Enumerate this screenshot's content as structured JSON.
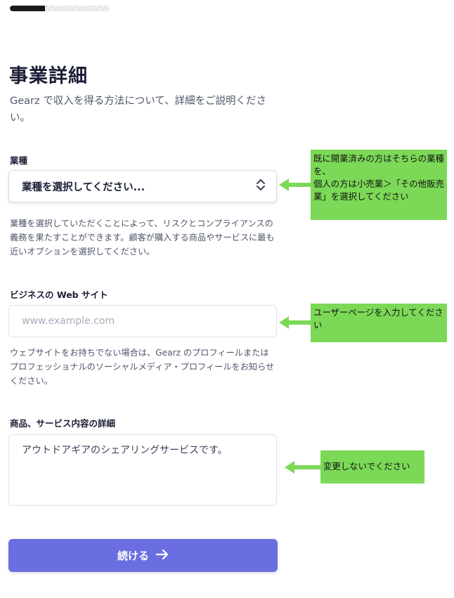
{
  "progress": {
    "value": 0.35
  },
  "page": {
    "title": "事業詳細",
    "subtitle": "Gearz で収入を得る方法について、詳細をご説明ください。"
  },
  "industry": {
    "label": "業種",
    "selected": "業種を選択してください...",
    "help": "業種を選択していただくことによって、リスクとコンプライアンスの義務を果たすことができます。顧客が購入する商品やサービスに最も近いオプションを選択してください。"
  },
  "website": {
    "label": "ビジネスの Web サイト",
    "placeholder": "www.example.com",
    "value": "",
    "help": "ウェブサイトをお持ちでない場合は、Gearz のプロフィールまたはプロフェッショナルのソーシャルメディア・プロフィールをお知らせください。"
  },
  "description": {
    "label": "商品、サービス内容の詳細",
    "value": "アウトドアギアのシェアリングサービスです。"
  },
  "continue_button": {
    "label": "続ける",
    "icon": "arrow-right-icon"
  },
  "annotations": {
    "industry_note": "既に開業済みの方はそちらの業種を、\n個人の方は小売業＞「その他販売業」を選択してください",
    "website_note": "ユーザーページを入力してください",
    "description_note": "変更しないでください"
  },
  "colors": {
    "accent": "#6b6ee0",
    "annotation": "#7cd957",
    "progress": "#1a1a1a"
  }
}
